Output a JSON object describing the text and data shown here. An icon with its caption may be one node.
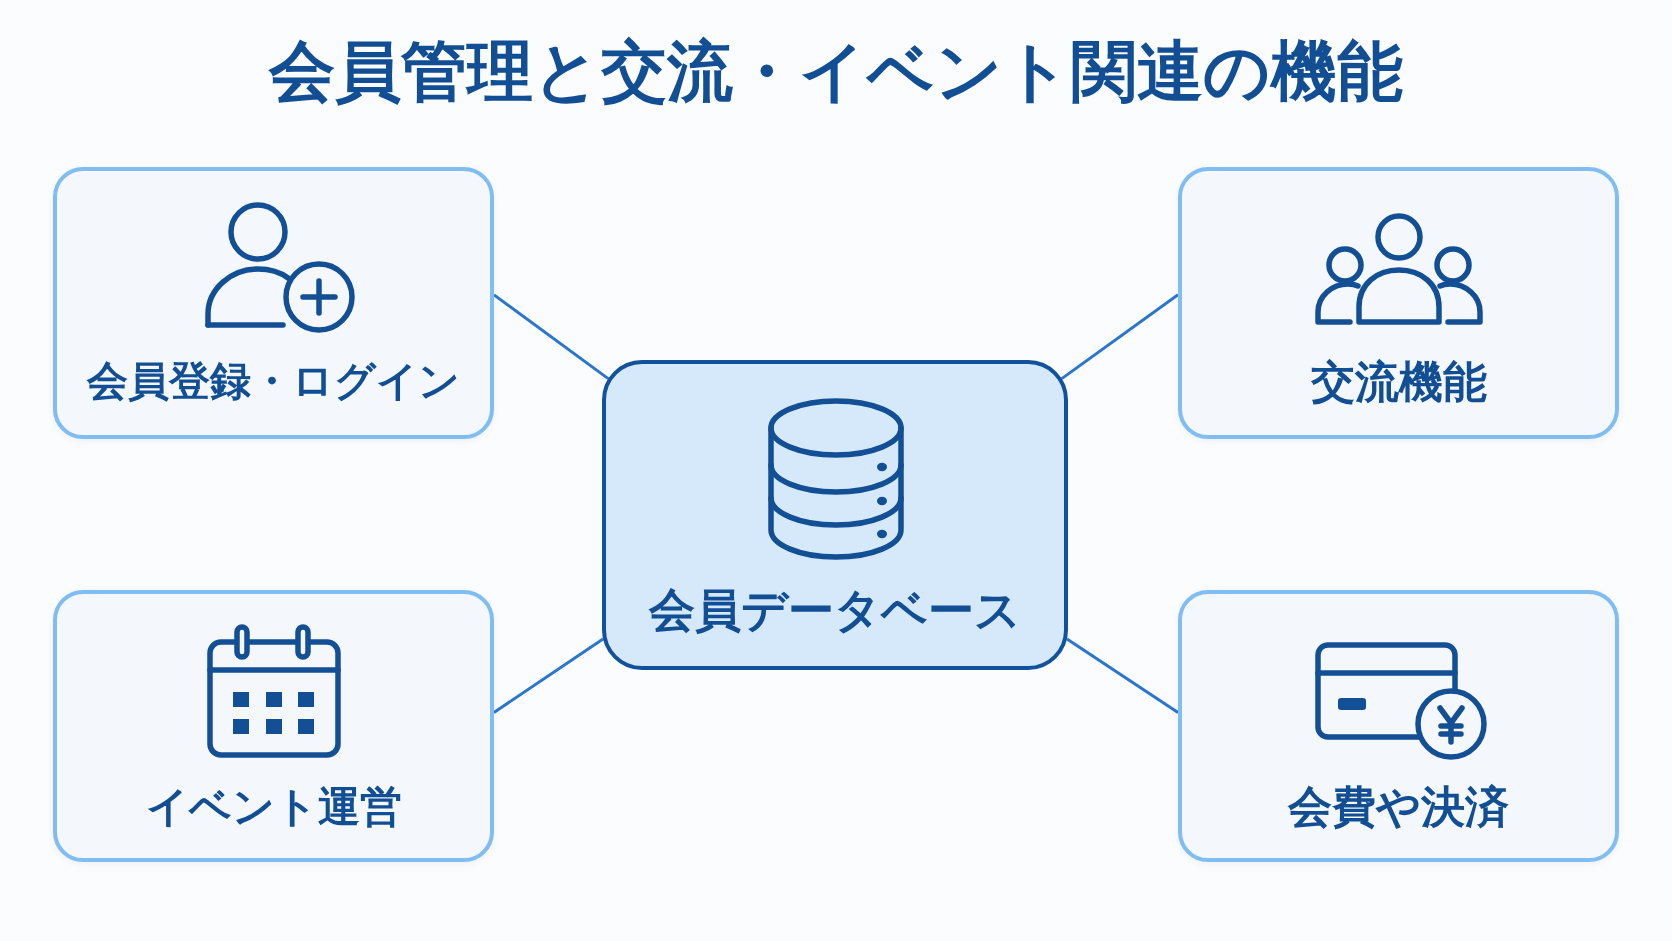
{
  "diagram": {
    "title": "会員管理と交流・イベント関連の機能",
    "nodes": [
      {
        "text": [
          "会員登録・ログイン"
        ]
      },
      {
        "text": [
          "交流機能"
        ]
      },
      {
        "text": [
          "会員データベース"
        ]
      },
      {
        "text": [
          "イベント運営"
        ]
      },
      {
        "text": [
          "会費や決済"
        ]
      }
    ],
    "edges": [
      {
        "from": 2,
        "to": 0,
        "arrow": "none"
      },
      {
        "from": 2,
        "to": 1,
        "arrow": "none"
      },
      {
        "from": 2,
        "to": 3,
        "arrow": "none"
      },
      {
        "from": 2,
        "to": 4,
        "arrow": "none"
      }
    ]
  }
}
